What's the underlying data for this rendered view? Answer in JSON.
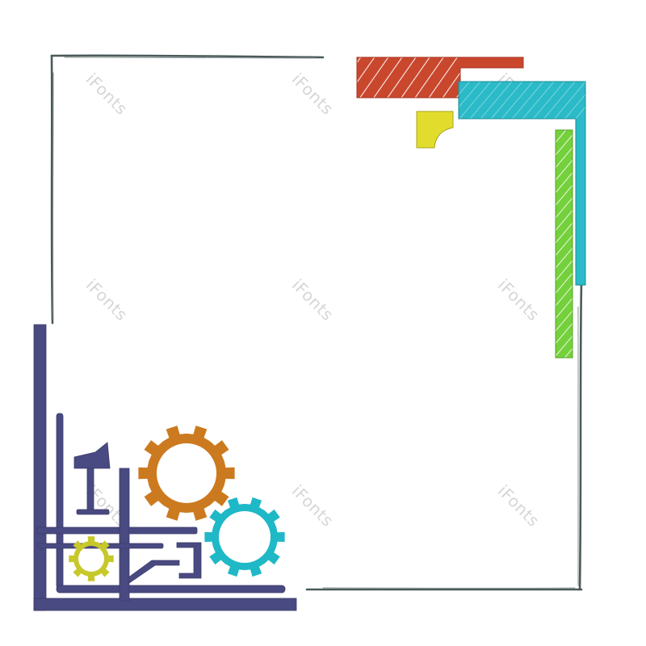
{
  "watermark": {
    "text": "iFonts"
  },
  "colors": {
    "frame": "#4b5a5a",
    "red": "#c9472d",
    "cyan": "#2bbac8",
    "yellow": "#e2dd2c",
    "green": "#74d13b",
    "navy": "#4a4a82",
    "orange": "#cc7a1f",
    "teal": "#1fb8c6",
    "olive": "#c7c82a"
  },
  "icons": [
    "hand-drawn-frame",
    "corner-bars-decoration",
    "industrial-pipes-decoration",
    "orange-gear-icon",
    "teal-gear-icon",
    "olive-gear-icon"
  ]
}
